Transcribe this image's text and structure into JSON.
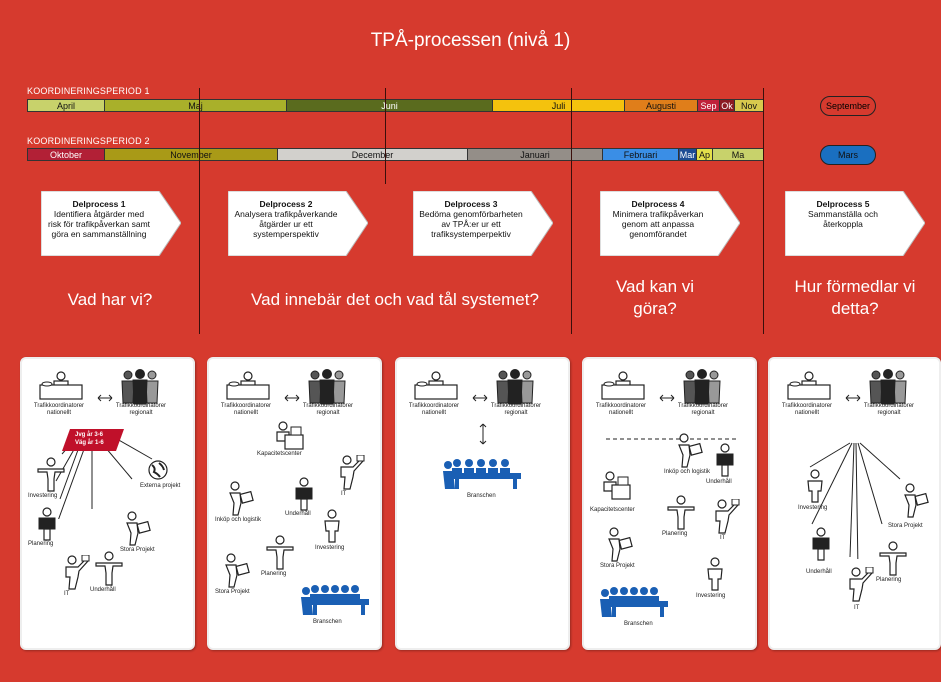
{
  "title": "TPÅ-processen (nivå 1)",
  "period1": {
    "label": "KOORDINERINGSPERIOD 1",
    "months": [
      "April",
      "Maj",
      "Juni",
      "Juli",
      "Augusti",
      "Sep",
      "Ok",
      "Nov"
    ],
    "end_pill": "September",
    "colors": [
      "#c8d26b",
      "#a9b02a",
      "#5a6b1e",
      "#f4c20d",
      "#e07e1a",
      "#c0213a",
      "#8b1a22",
      "#d8c94d"
    ],
    "end_pill_color": "#d63a2e"
  },
  "period2": {
    "label": "KOORDINERINGSPERIOD 2",
    "months": [
      "Oktober",
      "November",
      "December",
      "Januari",
      "Februari",
      "Mar",
      "Ap",
      "Ma"
    ],
    "end_pill": "Mars",
    "colors": [
      "#b22036",
      "#a99a17",
      "#d2d0cc",
      "#948e88",
      "#3a8ee6",
      "#1d4b94",
      "#e4e04a",
      "#c8d26b"
    ],
    "end_pill_color": "#1a6fc0"
  },
  "delprocesses": [
    {
      "title": "Delprocess 1",
      "text": "Identifiera åtgärder med risk för trafikpåverkan samt göra en sammanställning"
    },
    {
      "title": "Delprocess 2",
      "text": "Analysera trafikpåverkande åtgärder ur ett systemperspektiv"
    },
    {
      "title": "Delprocess 3",
      "text": "Bedöma genomförbarheten av TPÅ:er ur ett trafiksystemperpektiv"
    },
    {
      "title": "Delprocess 4",
      "text": "Minimera trafikpåverkan genom att anpassa genomförandet"
    },
    {
      "title": "Delprocess 5",
      "text": "Sammanställa och återkoppla"
    }
  ],
  "questions": {
    "q1": "Vad har vi?",
    "q2": "Vad innebär det och vad tål systemet?",
    "q3": "Vad kan vi göra?",
    "q4": "Hur förmedlar vi detta?"
  },
  "panel_labels": {
    "tk_nat": "Trafikkoordinatorer nationellt",
    "tk_reg": "Trafikkoordinatorer regionalt",
    "plan_line1": "Jvg år 3-6",
    "plan_line2": "Väg år 1-6",
    "externa": "Externa projekt",
    "investering": "Investering",
    "planering": "Planering",
    "it": "IT",
    "underhall": "Underhåll",
    "stora": "Stora Projekt",
    "kapacitet": "Kapacitetscenter",
    "inkop": "Inköp och logistik",
    "branschen": "Branschen"
  }
}
